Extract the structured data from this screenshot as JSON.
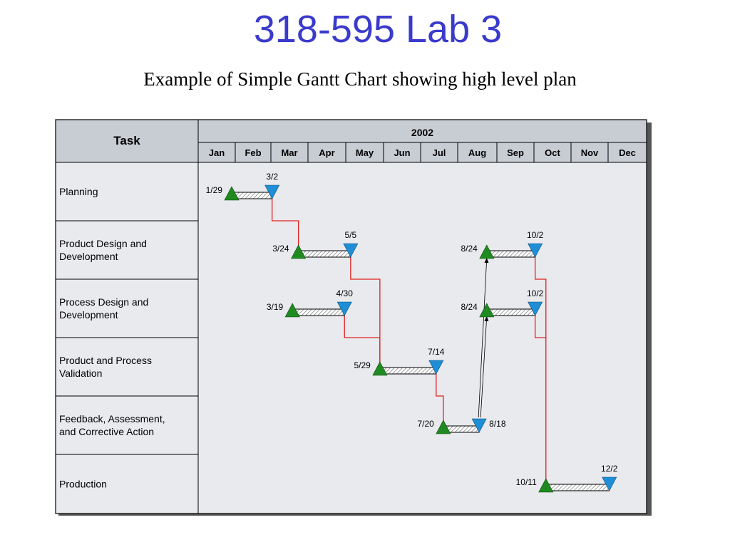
{
  "slide": {
    "title": "318-595 Lab 3",
    "subtitle": "Example of Simple Gantt Chart showing high level plan"
  },
  "chart_data": {
    "type": "gantt",
    "year": "2002",
    "task_header": "Task",
    "months": [
      "Jan",
      "Feb",
      "Mar",
      "Apr",
      "May",
      "Jun",
      "Jul",
      "Aug",
      "Sep",
      "Oct",
      "Nov",
      "Dec"
    ],
    "tasks": [
      {
        "name": [
          "Planning"
        ],
        "bars": [
          {
            "start": "1/29",
            "end": "3/2",
            "start_date": "2002-01-29",
            "end_date": "2002-03-02"
          }
        ]
      },
      {
        "name": [
          "Product Design and",
          "Development"
        ],
        "bars": [
          {
            "start": "3/24",
            "end": "5/5",
            "start_date": "2002-03-24",
            "end_date": "2002-05-05"
          },
          {
            "start": "8/24",
            "end": "10/2",
            "start_date": "2002-08-24",
            "end_date": "2002-10-02"
          }
        ]
      },
      {
        "name": [
          "Process Design and",
          "Development"
        ],
        "bars": [
          {
            "start": "3/19",
            "end": "4/30",
            "start_date": "2002-03-19",
            "end_date": "2002-04-30"
          },
          {
            "start": "8/24",
            "end": "10/2",
            "start_date": "2002-08-24",
            "end_date": "2002-10-02"
          }
        ]
      },
      {
        "name": [
          "Product and Process",
          "Validation"
        ],
        "bars": [
          {
            "start": "5/29",
            "end": "7/14",
            "start_date": "2002-05-29",
            "end_date": "2002-07-14"
          }
        ]
      },
      {
        "name": [
          "Feedback, Assessment,",
          "and Corrective Action"
        ],
        "bars": [
          {
            "start": "7/20",
            "end": "8/18",
            "start_date": "2002-07-20",
            "end_date": "2002-08-18"
          }
        ]
      },
      {
        "name": [
          "Production"
        ],
        "bars": [
          {
            "start": "10/11",
            "end": "12/2",
            "start_date": "2002-10-11",
            "end_date": "2002-12-02"
          }
        ]
      }
    ],
    "dependencies": [
      {
        "from": "3/2",
        "to": "3/24"
      },
      {
        "from": "5/5",
        "to": "5/29"
      },
      {
        "from": "4/30",
        "to": "5/29"
      },
      {
        "from": "7/14",
        "to": "7/20"
      },
      {
        "from": "8/18",
        "to": "8/24"
      },
      {
        "from": "8/18",
        "to": "8/24"
      },
      {
        "from": "10/2",
        "to": "10/11"
      },
      {
        "from": "10/2",
        "to": "10/11"
      }
    ],
    "colors": {
      "header_fill": "#c8ccd3",
      "body_fill": "#e9eaee",
      "start_marker": "#1f8a1f",
      "end_marker": "#1e8fd6",
      "dependency_line": "#e02020",
      "feedback_arrow": "#000000"
    }
  }
}
